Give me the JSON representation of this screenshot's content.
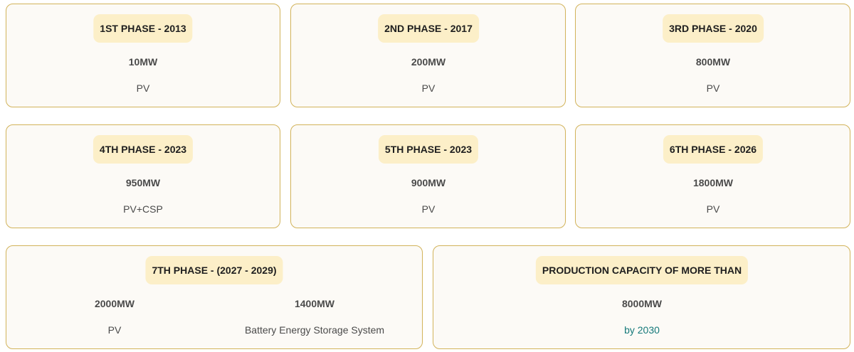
{
  "phases": [
    {
      "title": "1ST PHASE - 2013",
      "capacity": "10MW",
      "type": "PV"
    },
    {
      "title": "2ND PHASE - 2017",
      "capacity": "200MW",
      "type": "PV"
    },
    {
      "title": "3RD PHASE - 2020",
      "capacity": "800MW",
      "type": "PV"
    },
    {
      "title": "4TH PHASE - 2023",
      "capacity": "950MW",
      "type": "PV+CSP"
    },
    {
      "title": "5TH PHASE - 2023",
      "capacity": "900MW",
      "type": "PV"
    },
    {
      "title": "6TH PHASE - 2026",
      "capacity": "1800MW",
      "type": "PV"
    }
  ],
  "phase7": {
    "title": "7TH PHASE - (2027 - 2029)",
    "items": [
      {
        "capacity": "2000MW",
        "type": "PV"
      },
      {
        "capacity": "1400MW",
        "type": "Battery Energy Storage System"
      }
    ]
  },
  "total": {
    "title": "PRODUCTION CAPACITY OF MORE THAN",
    "capacity": "8000MW",
    "note": "by 2030"
  },
  "colors": {
    "card_border": "#d2b35a",
    "card_bg": "#fcfaf6",
    "pill_bg": "#fcefc8",
    "accent_teal": "#15797a"
  }
}
